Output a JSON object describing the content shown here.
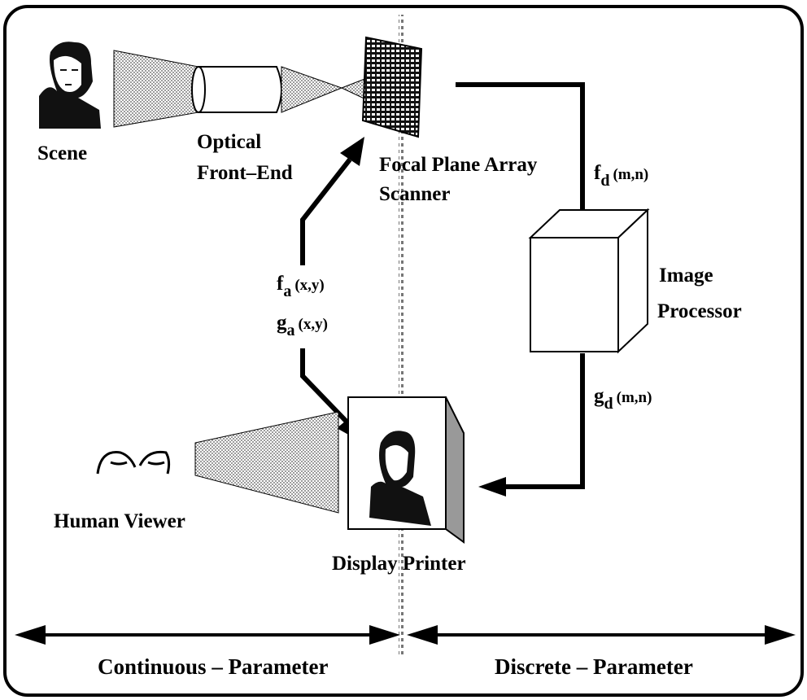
{
  "labels": {
    "scene": "Scene",
    "optical_line1": "Optical",
    "optical_line2": "Front–End",
    "focal_line1": "Focal Plane Array",
    "focal_line2": "Scanner",
    "image_line1": "Image",
    "image_line2": "Processor",
    "human_viewer": "Human Viewer",
    "display_printer": "Display Printer",
    "continuous": "Continuous – Parameter",
    "discrete": "Discrete – Parameter"
  },
  "signals": {
    "fd": {
      "base": "f",
      "sub": "d",
      "args": "(m,n)"
    },
    "gd": {
      "base": "g",
      "sub": "d",
      "args": "(m,n)"
    },
    "fa": {
      "base": "f",
      "sub": "a",
      "args": "(x,y)"
    },
    "ga": {
      "base": "g",
      "sub": "a",
      "args": "(x,y)"
    }
  },
  "colors": {
    "ink": "#000000",
    "stipple": "#bfbfbf",
    "background": "#ffffff"
  }
}
